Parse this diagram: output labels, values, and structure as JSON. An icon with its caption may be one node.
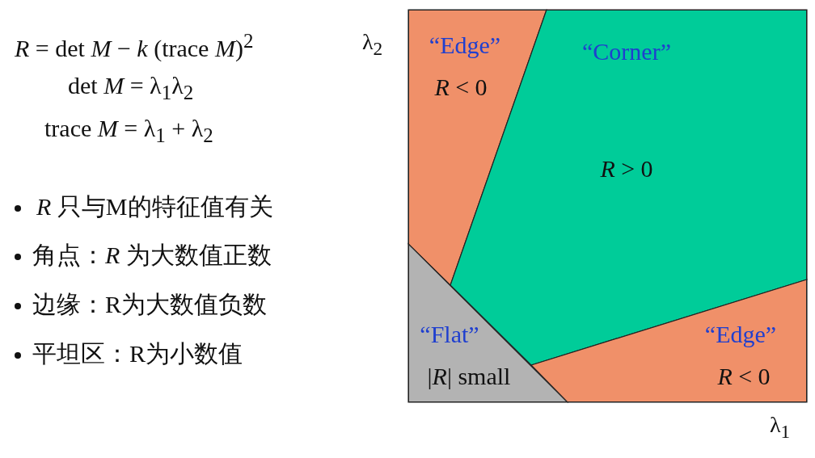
{
  "diagram": {
    "nodes": [
      {
        "text": [
          "“Edge”",
          "*R* < 0"
        ]
      },
      {
        "text": [
          "“Corner”",
          "*R* > 0"
        ]
      },
      {
        "text": [
          "“Flat”",
          "|*R*| small"
        ]
      },
      {
        "text": [
          "“Edge”",
          "*R* < 0"
        ]
      }
    ],
    "labels": [
      "*R* = det *M* − *k* (trace *M*)$^{2}$",
      "det *M* = λ$_{1}$λ$_{2}$",
      "trace *M* = λ$_{1}$ + λ$_{2}$",
      "*R* 只与M的特征值有关",
      "角点：*R* 为大数值正数",
      "边缘：R为大数值负数",
      "平坦区：R为小数值",
      "λ$_{2}$",
      "λ$_{1}$"
    ]
  }
}
